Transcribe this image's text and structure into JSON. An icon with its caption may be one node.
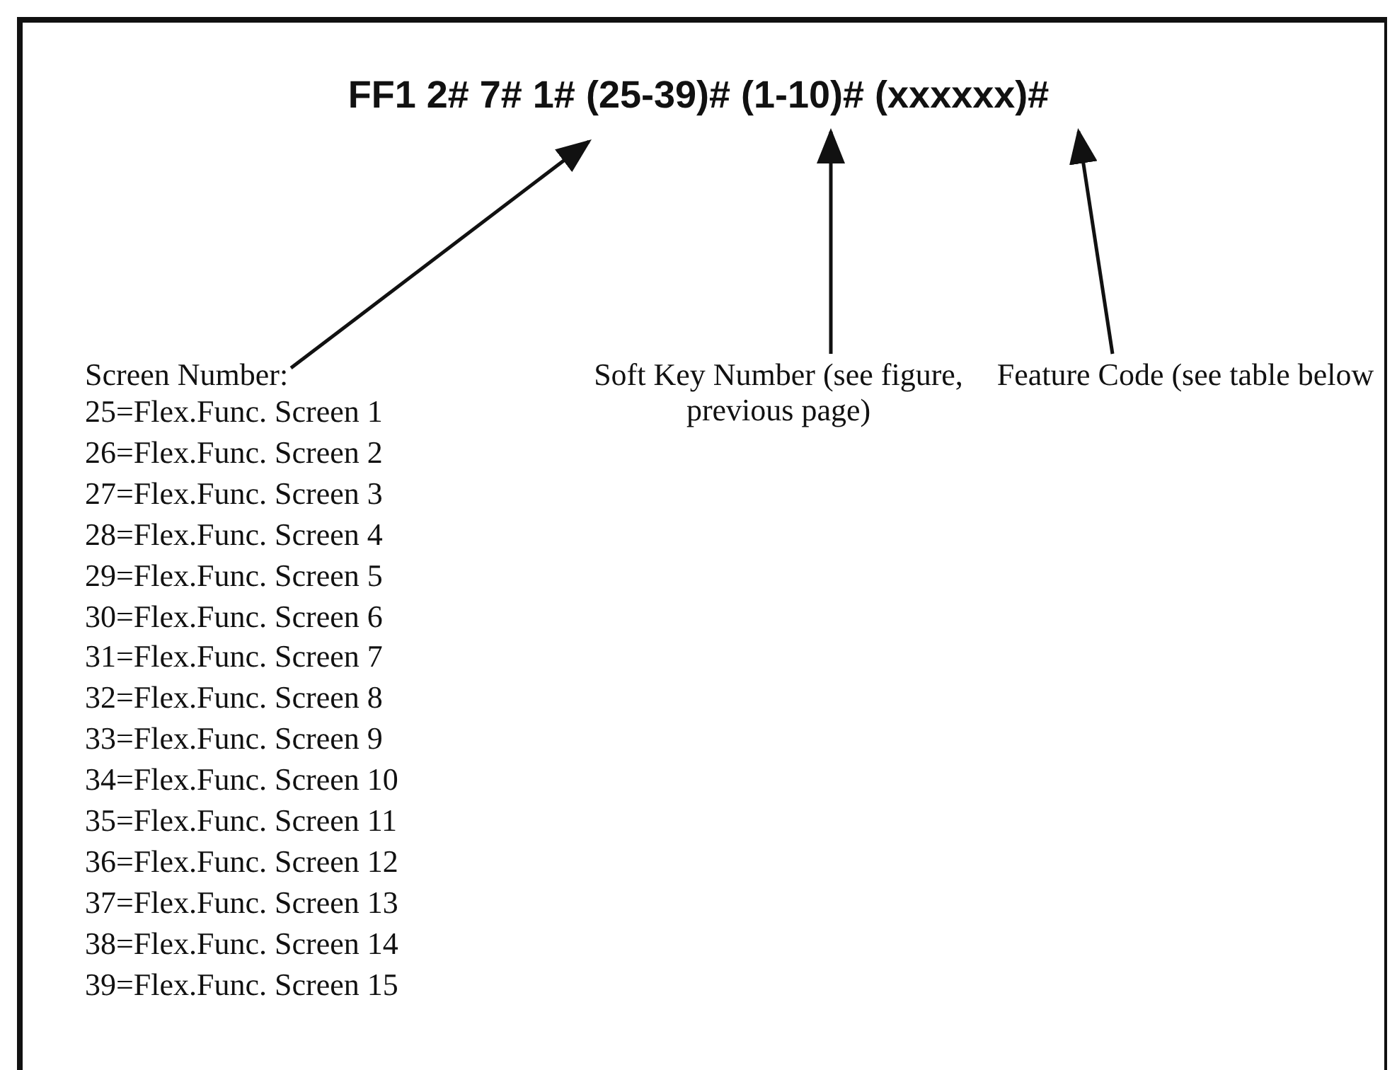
{
  "diagram": {
    "title": "FF1 2# 7# 1# (25-39)# (1-10)# (xxxxxx)#",
    "nodes": [
      {
        "text": [
          "Screen Number:"
        ]
      },
      {
        "text": [
          "Soft Key Number (see figure, previous page)"
        ]
      },
      {
        "text": [
          "Feature Code (see table below"
        ]
      }
    ],
    "edges": [
      {
        "from": 0,
        "to": null,
        "arrow": "to"
      },
      {
        "from": 1,
        "to": null,
        "arrow": "to"
      },
      {
        "from": 2,
        "to": null,
        "arrow": "to"
      }
    ],
    "labels": [
      "25=Flex.Func. Screen 1",
      "26=Flex.Func. Screen 2",
      "27=Flex.Func. Screen 3",
      "28=Flex.Func. Screen 4",
      "29=Flex.Func. Screen 5",
      "30=Flex.Func. Screen 6",
      "31=Flex.Func. Screen 7",
      "32=Flex.Func. Screen 8",
      "33=Flex.Func. Screen 9",
      "34=Flex.Func. Screen 10",
      "35=Flex.Func. Screen 11",
      "36=Flex.Func. Screen 12",
      "37=Flex.Func. Screen 13",
      "38=Flex.Func. Screen 14",
      "39=Flex.Func. Screen 15"
    ]
  }
}
